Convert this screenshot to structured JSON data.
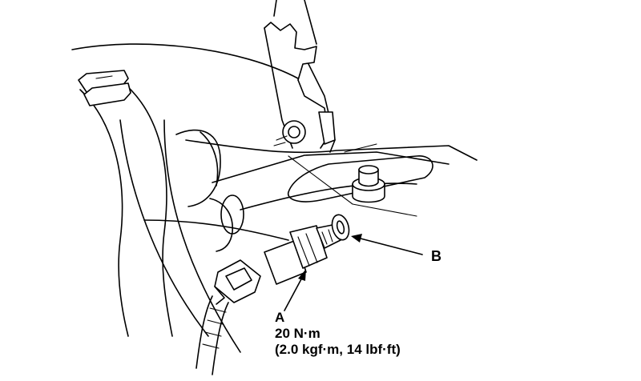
{
  "callouts": {
    "a": {
      "letter": "A",
      "torque_nm": "20 N·m",
      "torque_alt": "(2.0 kgf·m, 14 lbf·ft)"
    },
    "b": {
      "letter": "B"
    }
  }
}
